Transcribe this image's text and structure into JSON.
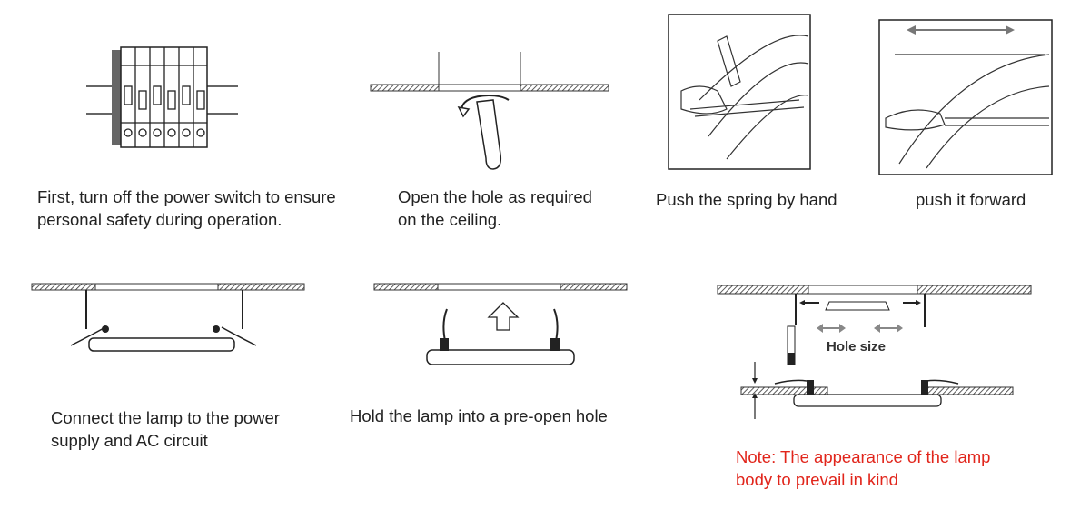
{
  "steps": [
    {
      "caption_line1": "First, turn off the power switch to ensure",
      "caption_line2": "personal safety during operation."
    },
    {
      "caption_line1": "Open the hole as required",
      "caption_line2": "on the ceiling."
    },
    {
      "caption_line1": "Push the spring by hand"
    },
    {
      "caption_line1": "push it forward"
    },
    {
      "caption_line1": "Connect the lamp to the power",
      "caption_line2": "supply and AC circuit"
    },
    {
      "caption_line1": "Hold the lamp into a pre-open hole"
    }
  ],
  "diagram_label": "Hole size",
  "note": {
    "line1": "Note: The appearance of the lamp",
    "line2": "body to prevail in kind",
    "color": "#e1251b"
  }
}
